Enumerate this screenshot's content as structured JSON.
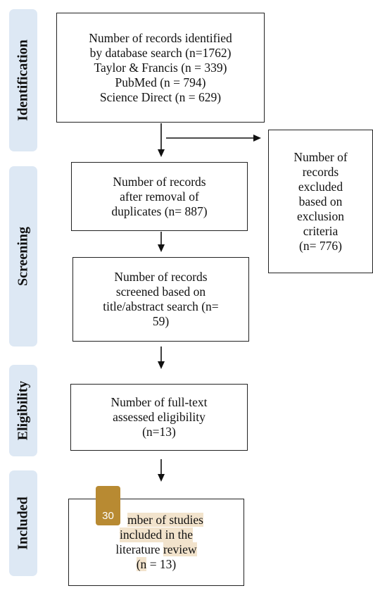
{
  "phases": {
    "identification": "Identification",
    "screening": "Screening",
    "eligibility": "Eligibility",
    "included": "Included"
  },
  "boxes": {
    "identified": [
      "Number of records identified",
      "by database search (n=1762)",
      "Taylor & Francis (n = 339)",
      "PubMed (n = 794)",
      "Science Direct (n = 629)"
    ],
    "excluded": [
      "Number of",
      "records",
      "excluded",
      "based on",
      "exclusion",
      "criteria",
      "(n= 776)"
    ],
    "after_duplicates": [
      "Number of records",
      "after removal of",
      "duplicates (n= 887)"
    ],
    "screened": [
      "Number of records",
      "screened based on",
      "title/abstract search (n=",
      "59)"
    ],
    "full_text": [
      "Number of full-text",
      "assessed eligibility",
      "(n=13)"
    ],
    "included": {
      "line1_visible": "mber of studies",
      "line2": "included in the",
      "line3_a": "literature ",
      "line3_b": "review",
      "line4_a": "(n",
      "line4_b": " = 13)"
    }
  },
  "overlay": {
    "badge_text": "30",
    "badge_color": "#b88a32",
    "highlight_color": "#f2e3cc"
  },
  "colors": {
    "phase_bg": "#dde8f4",
    "arrow": "#111111"
  }
}
